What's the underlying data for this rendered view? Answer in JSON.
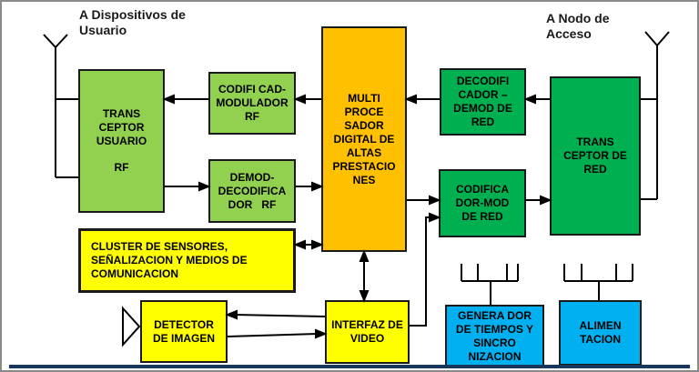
{
  "page": {
    "background": "#ffffff",
    "outer_border_color": "#8a8a8a",
    "bottom_bar_color": "#17375d",
    "line_color": "#000000"
  },
  "labels": {
    "top_left_line1": "A Dispositivos de",
    "top_left_line2": "Usuario",
    "top_right_line1": "A Nodo de",
    "top_right_line2": "Acceso"
  },
  "colors": {
    "light_green": "#92d050",
    "green": "#00b050",
    "orange": "#ffc000",
    "yellow": "#ffff00",
    "blue": "#00b0f0"
  },
  "blocks": {
    "trans_usuario": {
      "color": "#92d050",
      "lines": [
        "TRANS",
        "CEPTOR",
        "USUARIO",
        "RF"
      ]
    },
    "codif_rf": {
      "color": "#92d050",
      "lines": [
        "CODIFI CAD-",
        "MODULADOR",
        "RF"
      ]
    },
    "demod_rf": {
      "color": "#92d050",
      "lines": [
        "DEMOD-",
        "DECODIFICA",
        "DOR   RF"
      ]
    },
    "multiprocesador": {
      "color": "#ffc000",
      "lines": [
        "MULTI",
        "PROCE",
        "SADOR",
        "DIGITAL DE",
        "ALTAS",
        "PRESTACIO",
        "NES"
      ]
    },
    "decodif_red": {
      "color": "#00b050",
      "lines": [
        "DECODIFI",
        "CADOR –",
        "DEMOD DE",
        "RED"
      ]
    },
    "codifica_red": {
      "color": "#00b050",
      "lines": [
        "CODIFICA",
        "DOR-MOD",
        "DE RED"
      ]
    },
    "trans_red": {
      "color": "#00b050",
      "lines": [
        "TRANS",
        "CEPTOR DE",
        "RED"
      ]
    },
    "cluster": {
      "color": "#ffff00",
      "lines": [
        "CLUSTER DE SENSORES,",
        "SEÑALIZACION Y MEDIOS DE",
        "COMUNICACION"
      ]
    },
    "detector": {
      "color": "#ffff00",
      "lines": [
        "DETECTOR",
        "DE IMAGEN"
      ]
    },
    "interfaz": {
      "color": "#ffff00",
      "lines": [
        "INTERFAZ DE",
        "VIDEO"
      ]
    },
    "generador": {
      "color": "#00b0f0",
      "lines": [
        "GENERA DOR",
        "DE TIEMPOS Y",
        "SINCRO",
        "NIZACION"
      ]
    },
    "alimentacion": {
      "color": "#00b0f0",
      "lines": [
        "ALIMEN",
        "TACION"
      ]
    }
  }
}
